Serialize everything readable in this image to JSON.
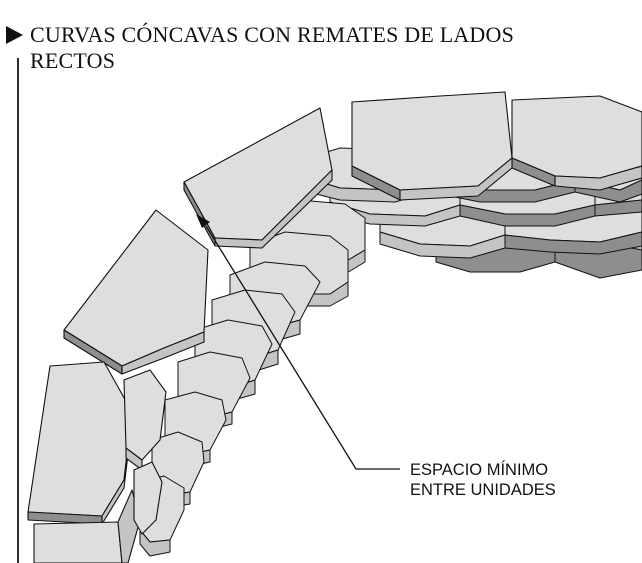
{
  "title": {
    "line1": "CURVAS CÓNCAVAS CON REMATES DE LADOS",
    "line2": "RECTOS"
  },
  "callout": {
    "line1": "ESPACIO MÍNIMO",
    "line2": "ENTRE UNIDADES"
  },
  "colors": {
    "top_face": "#dedede",
    "side_light": "#c4c4c4",
    "side_dark": "#8e8e8e",
    "outline": "#111111",
    "title_marker": "#111111"
  }
}
